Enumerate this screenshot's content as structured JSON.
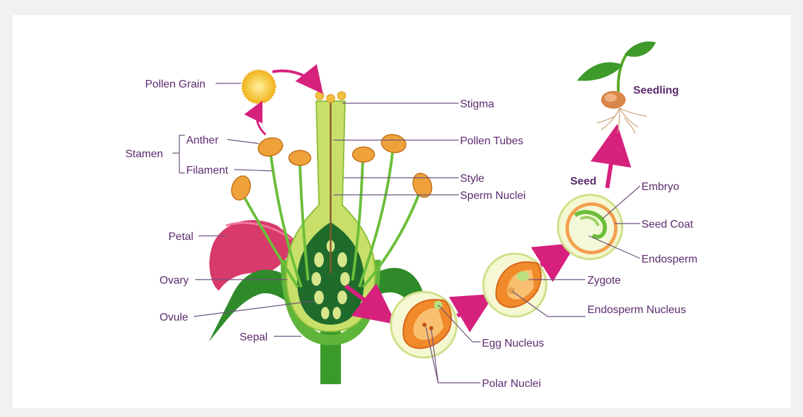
{
  "labels": {
    "pollen_grain": "Pollen Grain",
    "stamen": "Stamen",
    "anther": "Anther",
    "filament": "Filament",
    "petal": "Petal",
    "ovary": "Ovary",
    "ovule": "Ovule",
    "sepal": "Sepal",
    "stigma": "Stigma",
    "pollen_tubes": "Pollen Tubes",
    "style": "Style",
    "sperm_nuclei": "Sperm Nuclei",
    "egg_nucleus": "Egg Nucleus",
    "polar_nuclei": "Polar Nuclei",
    "zygote": "Zygote",
    "endosperm_nucleus": "Endosperm Nucleus",
    "seed": "Seed",
    "embryo": "Embryo",
    "seed_coat": "Seed Coat",
    "endosperm": "Endosperm",
    "seedling": "Seedling"
  },
  "colors": {
    "label_text": "#5b2a6e",
    "arrow": "#d6217d",
    "stem_green": "#3a9a2a",
    "pistil_light": "#c8e06a",
    "ovary_dark": "#1f6b2c",
    "anther_orange": "#f0a23a",
    "petal_pink": "#d83a6a",
    "pollen_yellow": "#f5c43a"
  }
}
